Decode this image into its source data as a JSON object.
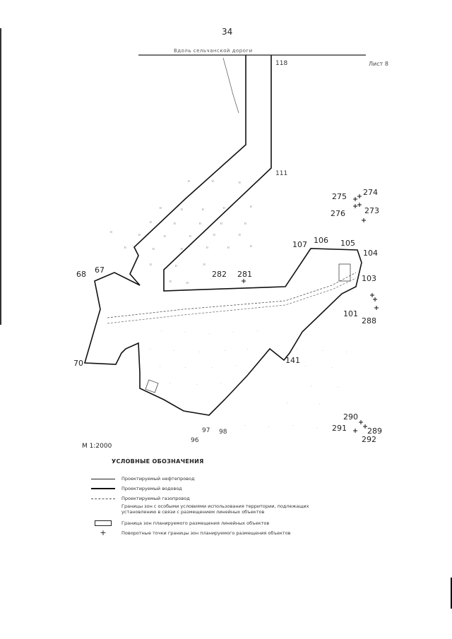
{
  "page_number": "34",
  "sheet_label": "Лист 8",
  "road_label": "Вдоль сельчанской дороги",
  "scale_label": "М 1:2000",
  "point_labels": [
    {
      "text": "118",
      "small": true
    },
    {
      "text": "111",
      "small": true
    },
    {
      "text": "68",
      "small": false
    },
    {
      "text": "67",
      "small": false
    },
    {
      "text": "70",
      "small": false
    },
    {
      "text": "107",
      "small": false
    },
    {
      "text": "106",
      "small": false
    },
    {
      "text": "105",
      "small": false
    },
    {
      "text": "104",
      "small": false
    },
    {
      "text": "103",
      "small": false
    },
    {
      "text": "101",
      "small": false
    },
    {
      "text": "141",
      "small": false
    },
    {
      "text": "282",
      "small": false
    },
    {
      "text": "281",
      "small": false
    },
    {
      "text": "274",
      "small": false
    },
    {
      "text": "275",
      "small": false
    },
    {
      "text": "276",
      "small": false
    },
    {
      "text": "273",
      "small": false
    },
    {
      "text": "288",
      "small": false
    },
    {
      "text": "290",
      "small": false
    },
    {
      "text": "291",
      "small": false
    },
    {
      "text": "289",
      "small": false
    },
    {
      "text": "292",
      "small": false
    },
    {
      "text": "97",
      "small": false
    },
    {
      "text": "98",
      "small": false
    },
    {
      "text": "96",
      "small": false
    }
  ],
  "legend": {
    "title": "УСЛОВНЫЕ ОБОЗНАЧЕНИЯ",
    "items": [
      {
        "symbol": "line-thin",
        "text": "Проектируемый нефтепровод"
      },
      {
        "symbol": "line-thick",
        "text": "Проектируемый водовод"
      },
      {
        "symbol": "line-dash",
        "text": "Проектируемый газопровод"
      },
      {
        "symbol": "none",
        "text": "Границы зон с особыми условиями использования территории, подлежащих установлению в связи с размещением линейных объектов"
      },
      {
        "symbol": "box",
        "text": "Граница зон планируемого размещения линейных объектов"
      },
      {
        "symbol": "cross",
        "text": "Поворотные точки границы зон планируемого размещения объектов"
      }
    ]
  }
}
